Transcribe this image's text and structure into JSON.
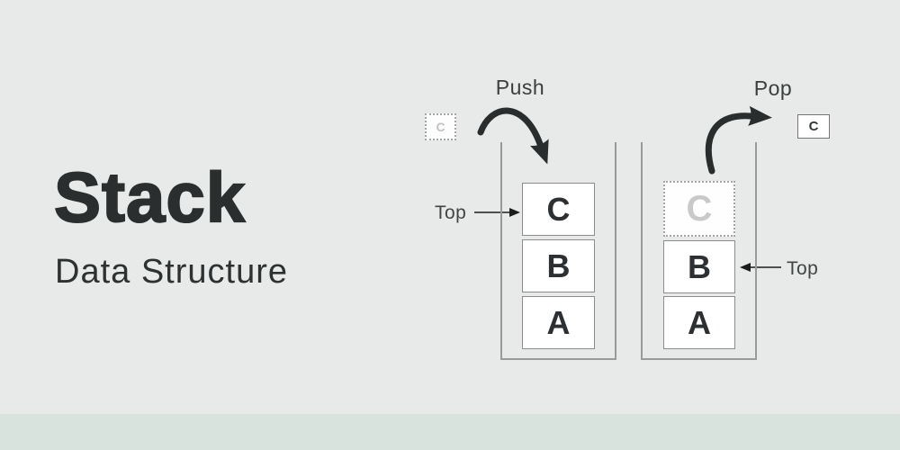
{
  "colors": {
    "background": "#e8eae9",
    "footer_strip": "#d9e3de",
    "ink": "#2b2e2e",
    "box_border": "#8c8c8c",
    "wall_border": "#9a9a9a",
    "ghost_gray": "#c9c9c9",
    "arrow_dark": "#2a2d2d"
  },
  "title": {
    "main": "Stack",
    "subtitle": "Data Structure"
  },
  "push_diagram": {
    "action_label": "Push",
    "pointer_label": "Top",
    "incoming_item_label": "C",
    "cells": [
      "C",
      "B",
      "A"
    ]
  },
  "pop_diagram": {
    "action_label": "Pop",
    "pointer_label": "Top",
    "ghost_item_label": "C",
    "popped_item_label": "C",
    "cells": [
      "B",
      "A"
    ]
  }
}
